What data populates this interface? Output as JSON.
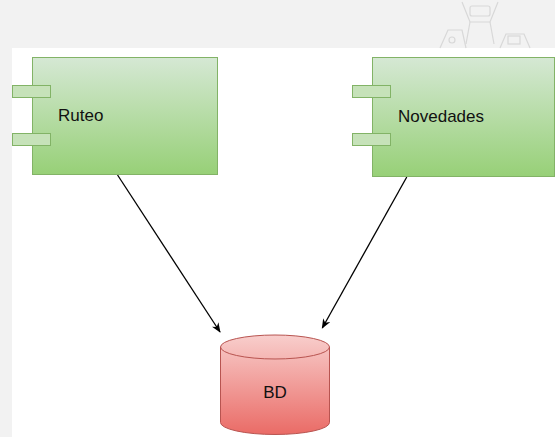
{
  "diagram": {
    "nodes": [
      {
        "text": [
          "Ruteo"
        ]
      },
      {
        "text": [
          "Novedades"
        ]
      },
      {
        "text": [
          "BD"
        ]
      }
    ],
    "edges": [
      {
        "from": 0,
        "to": 2,
        "arrow": "to"
      },
      {
        "from": 1,
        "to": 2,
        "arrow": "to"
      }
    ]
  }
}
